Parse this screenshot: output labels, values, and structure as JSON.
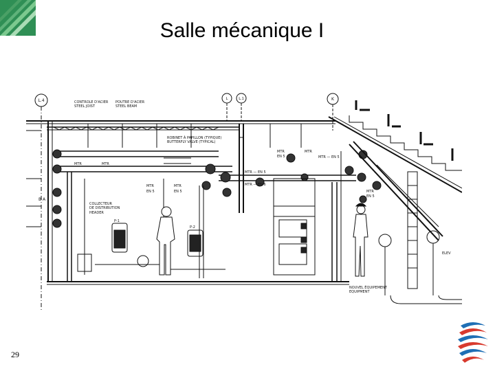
{
  "slide": {
    "title": "Salle mécanique I",
    "page_number": "29"
  },
  "drawing": {
    "grid_labels": [
      "L.4",
      "L",
      "L.1",
      "K"
    ],
    "callouts": {
      "controle_a": "CONTROLE D'ACIER",
      "controle_b": "STEEL JOIST",
      "poutre_a": "POUTRE D'ACIER",
      "poutre_b": "STEEL BEAM",
      "robinet_a": "ROBINET À PAPILLON (TYPIQUE)",
      "robinet_b": "BUTTERFLY VALVE (TYPICAL)",
      "collecteur_a": "COLLECTEUR",
      "collecteur_b": "DE DISTRIBUTION",
      "collecteur_c": "HEADER",
      "equip_a": "NOUVEL ÉQUIPEMENT",
      "equip_b": "EQUIPMENT"
    },
    "tags": {
      "r1": "MTR",
      "r2": "MTR",
      "r3": "MTR",
      "r4": "MTR",
      "r5": "MTR",
      "r6": "MTR",
      "r7": "MTR",
      "s1": "EN 5",
      "s2": "EN 5",
      "s3": "EN 5",
      "s4": "EN 5",
      "ba": "B A",
      "pump": "P-1",
      "pump2": "P-2",
      "d1": "MTR — EN 5",
      "d2": "MTR — EN 6",
      "d3": "MTR — EN 5",
      "elev": "ELEV"
    }
  }
}
